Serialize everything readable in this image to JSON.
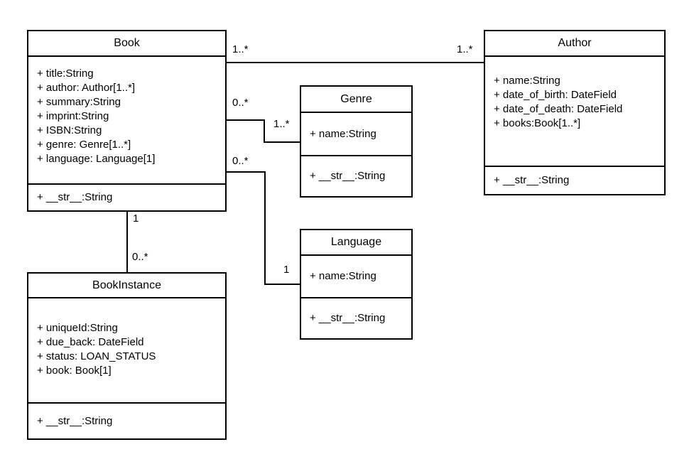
{
  "diagram": {
    "kind": "uml-class-diagram",
    "colors": {
      "line": "#000000",
      "background": "#ffffff",
      "text": "#000000"
    },
    "classes": {
      "book": {
        "name": "Book",
        "attributes": [
          "+ title:String",
          "+ author: Author[1..*]",
          "+ summary:String",
          "+ imprint:String",
          "+ ISBN:String",
          "+ genre: Genre[1..*]",
          "+ language: Language[1]"
        ],
        "methods": [
          "+ __str__:String"
        ]
      },
      "author": {
        "name": "Author",
        "attributes": [
          "+ name:String",
          "+ date_of_birth: DateField",
          "+ date_of_death: DateField",
          "+ books:Book[1..*]"
        ],
        "methods": [
          "+ __str__:String"
        ]
      },
      "genre": {
        "name": "Genre",
        "attributes": [
          "+ name:String"
        ],
        "methods": [
          "+ __str__:String"
        ]
      },
      "language": {
        "name": "Language",
        "attributes": [
          "+ name:String"
        ],
        "methods": [
          "+ __str__:String"
        ]
      },
      "book_instance": {
        "name": "BookInstance",
        "attributes": [
          "+ uniqueId:String",
          "+ due_back: DateField",
          "+ status: LOAN_STATUS",
          "+ book: Book[1]"
        ],
        "methods": [
          "+ __str__:String"
        ]
      }
    },
    "relationships": {
      "book_author": {
        "from": "Book",
        "to": "Author",
        "from_label": "1..*",
        "to_label": "1..*"
      },
      "book_genre": {
        "from": "Book",
        "to": "Genre",
        "from_label": "0..*",
        "to_label": "1..*"
      },
      "book_language": {
        "from": "Book",
        "to": "Language",
        "from_label": "0..*",
        "to_label": "1"
      },
      "book_bookinstance": {
        "from": "Book",
        "to": "BookInstance",
        "from_label": "1",
        "to_label": "0..*"
      }
    }
  }
}
